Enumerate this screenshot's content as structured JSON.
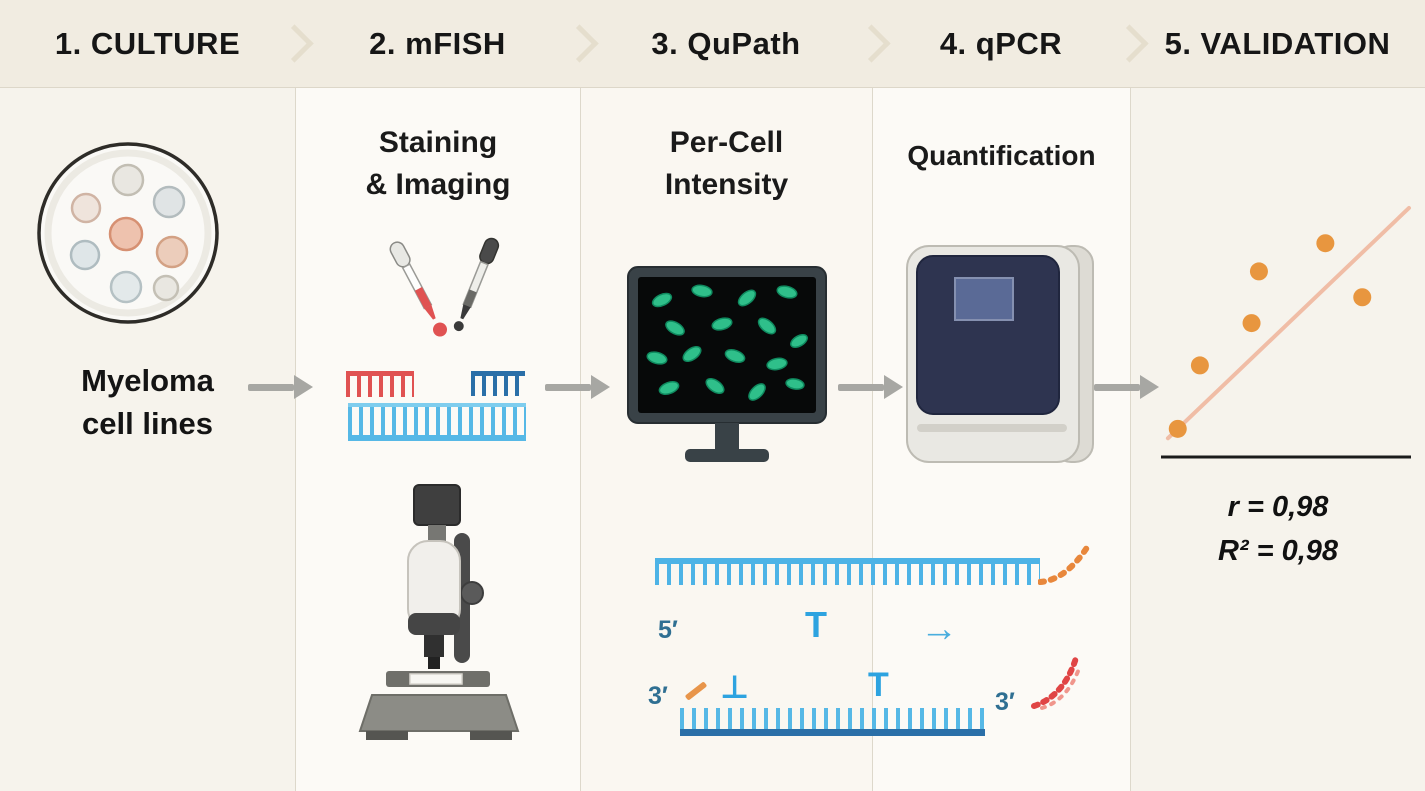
{
  "header": {
    "steps": [
      {
        "label": "1. CULTURE"
      },
      {
        "label": "2. mFISH"
      },
      {
        "label": "3. QuPath"
      },
      {
        "label": "4. qPCR"
      },
      {
        "label": "5. VALIDATION"
      }
    ]
  },
  "culture": {
    "caption_line1": "Myeloma",
    "caption_line2": "cell lines"
  },
  "mfish": {
    "subtitle_line1": "Staining",
    "subtitle_line2": "& Imaging"
  },
  "qupath": {
    "subtitle_line1": "Per-Cell",
    "subtitle_line2": "Intensity"
  },
  "qpcr": {
    "subtitle": "Quantification"
  },
  "validation": {
    "r_line": "r = 0,98",
    "r2_line": "R² = 0,98"
  },
  "primer_diagram": {
    "five_prime": "5′",
    "three_prime_left": "3′",
    "three_prime_right": "3′",
    "probe_top": "T",
    "probe_inverted": "⊥",
    "probe_bottom": "T",
    "extension_arrow": "→"
  },
  "chart_data": {
    "type": "scatter",
    "points": [
      [
        0.6,
        0.9
      ],
      [
        1.5,
        3.6
      ],
      [
        3.6,
        5.4
      ],
      [
        3.9,
        7.6
      ],
      [
        6.6,
        8.8
      ],
      [
        8.1,
        6.5
      ]
    ],
    "trendline": [
      [
        0.2,
        0.5
      ],
      [
        10,
        10.3
      ]
    ],
    "annotations": [
      "r = 0,98",
      "R² = 0,98"
    ],
    "xlim": [
      0,
      10
    ],
    "ylim": [
      0,
      11
    ],
    "axes_labeled": false,
    "legend": false
  },
  "colors": {
    "background": "#f6f3ec",
    "header_band": "#f1ece1",
    "probe_red": "#e05252",
    "probe_navy": "#2a6fa8",
    "strand_blue": "#4db3e6",
    "cell_green": "#2fbf8a",
    "dot_orange": "#e8963f",
    "trend_salmon": "#f0bda6",
    "machine_navy": "#2e3450",
    "arrow_gray": "#a7a7a3"
  }
}
